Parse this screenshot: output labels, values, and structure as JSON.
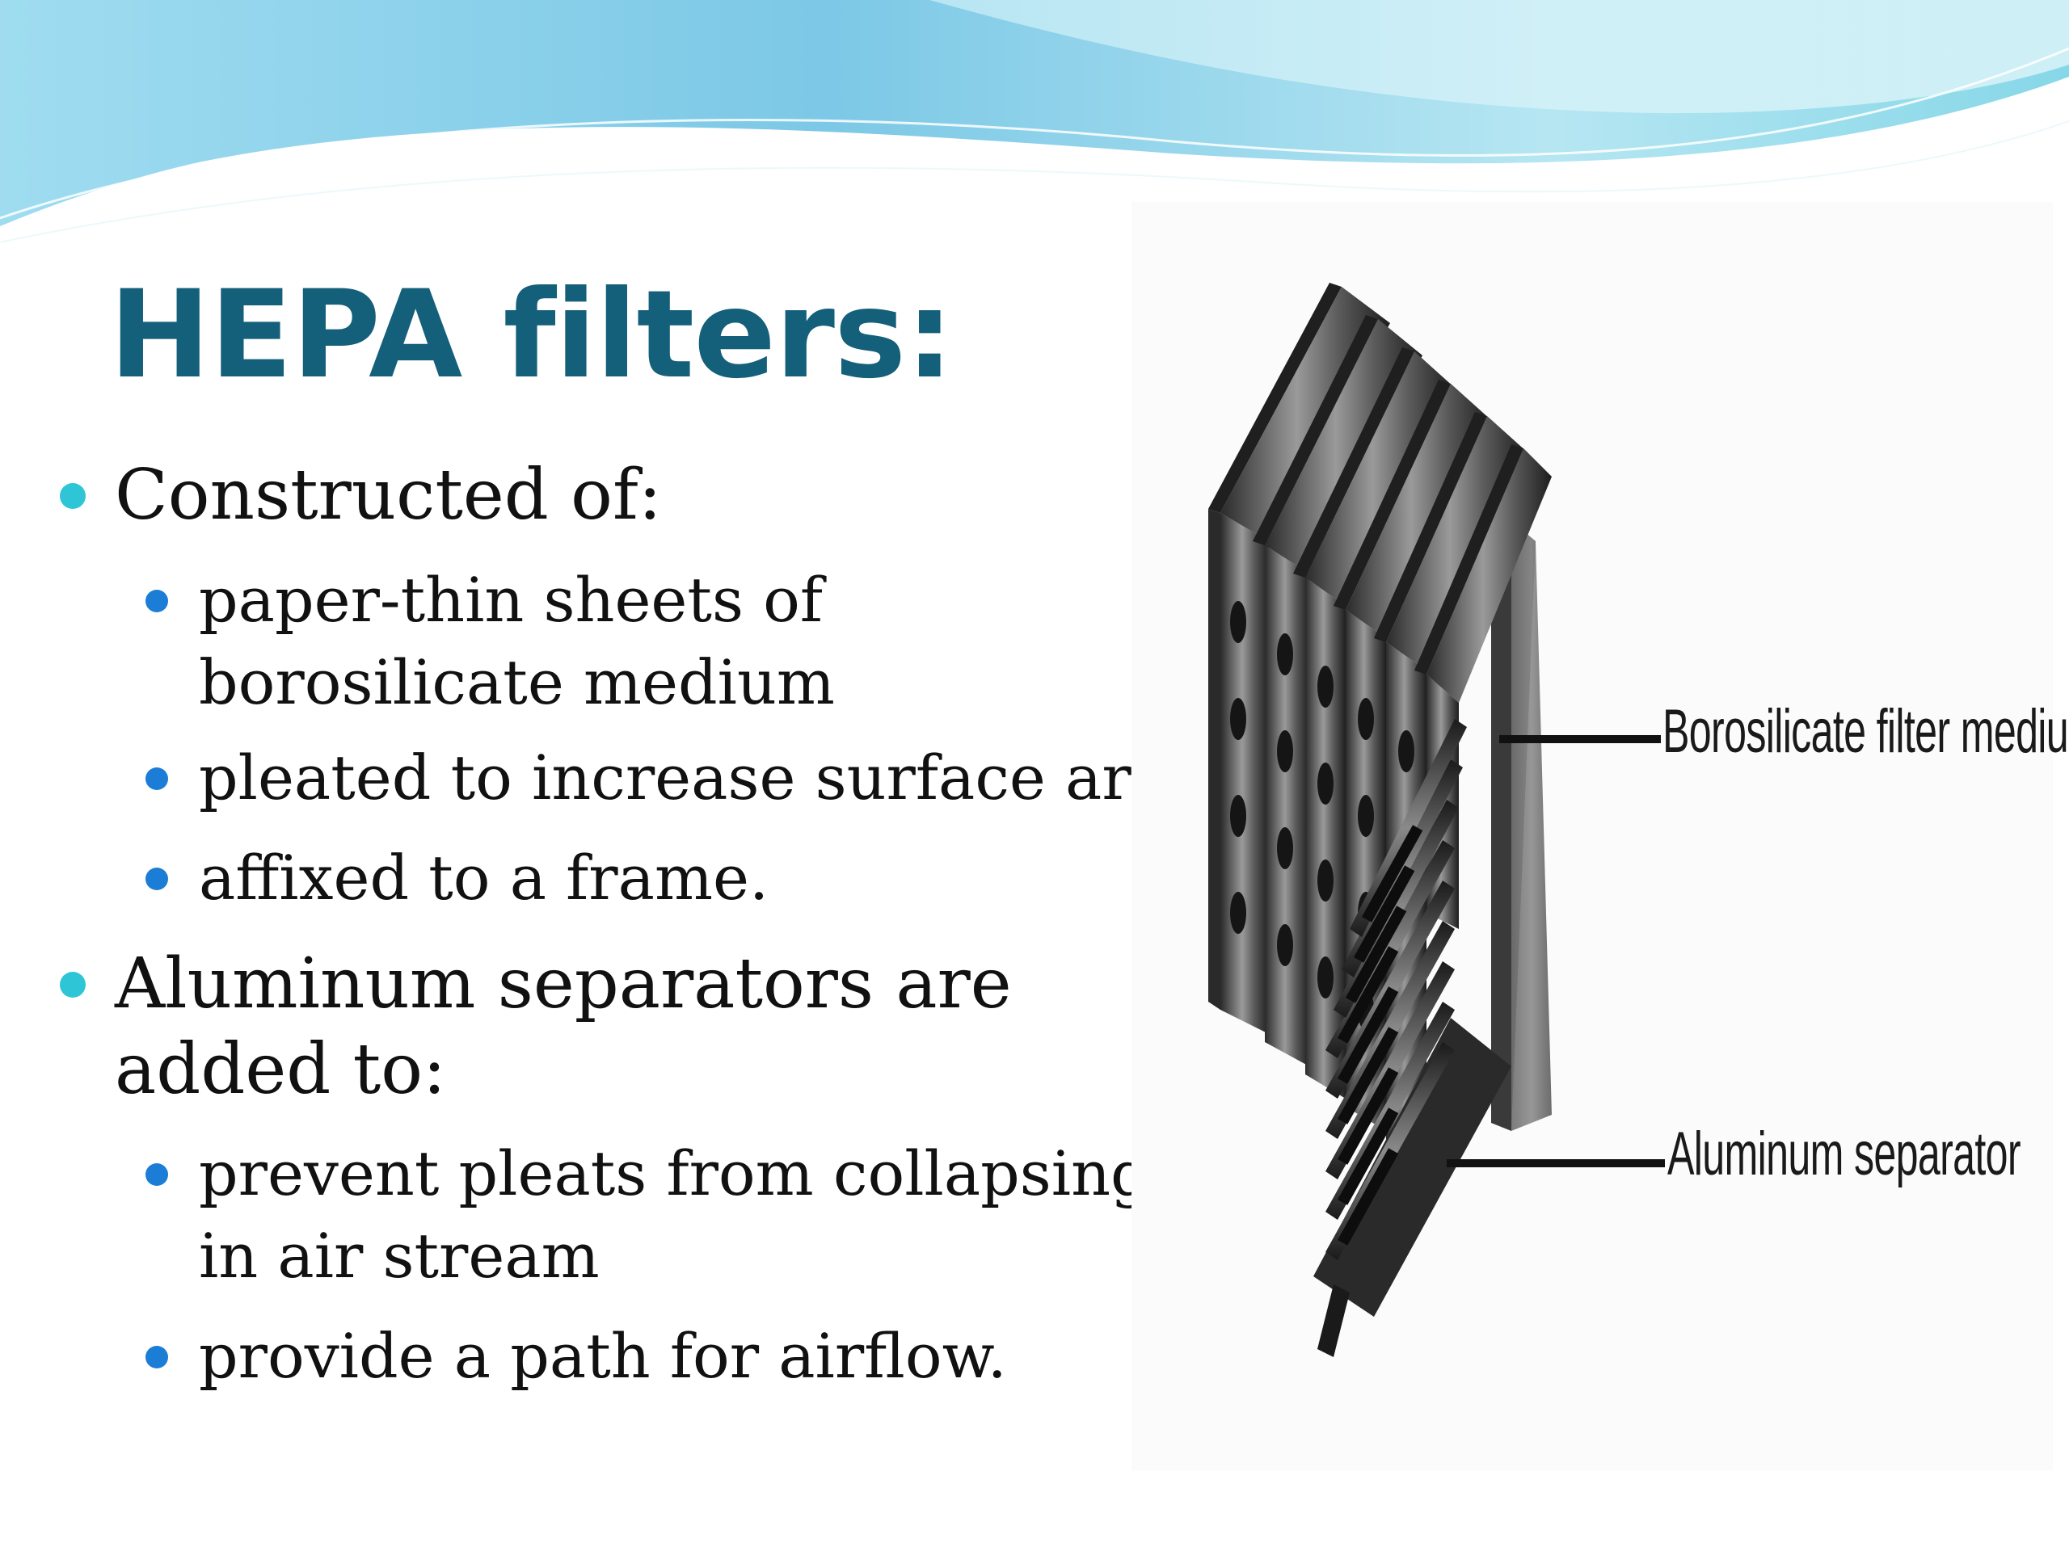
{
  "slide": {
    "title": "HEPA filters:",
    "bullets": [
      {
        "text": "Constructed of:",
        "sub": [
          {
            "lines": [
              "paper-thin sheets of",
              "borosilicate medium"
            ]
          },
          {
            "lines": [
              "pleated to increase surface area"
            ]
          },
          {
            "lines": [
              "affixed to a frame."
            ]
          }
        ]
      },
      {
        "lines": [
          "Aluminum separators are",
          "added to:"
        ],
        "sub": [
          {
            "lines": [
              "prevent pleats from collapsing",
              "in air stream"
            ]
          },
          {
            "lines": [
              "provide a path for airflow."
            ]
          }
        ]
      }
    ]
  },
  "figure": {
    "label_medium": "Borosilicate filter medium",
    "label_separator": "Aluminum separator"
  },
  "colors": {
    "title": "#145f7a",
    "bullet_level1": "#2ec6d6",
    "bullet_level2": "#1b7dd6",
    "header_wave": "#7fcde6"
  }
}
